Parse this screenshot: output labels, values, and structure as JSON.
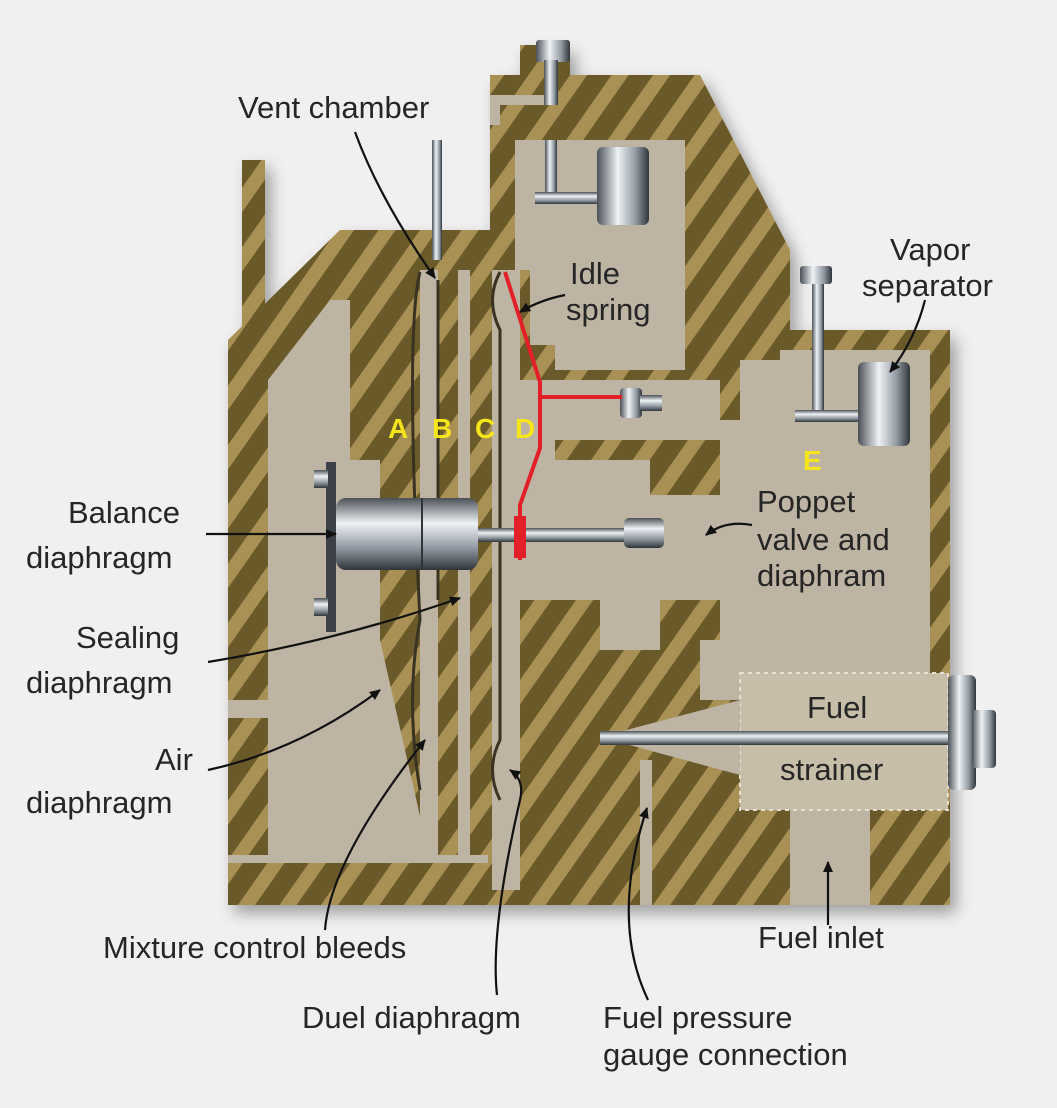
{
  "colors": {
    "background": "#f1f0f0",
    "housing": "#6b5a2a",
    "housing_stripe": "#a99155",
    "chamber": "#bdb4a3",
    "steel_light": "#e9eef2",
    "steel_dark": "#3b4147",
    "idle_spring": "#e32028",
    "letters": "#f6e51a",
    "label_text": "#262626"
  },
  "labels": {
    "vent_chamber": "Vent chamber",
    "idle_spring_1": "Idle",
    "idle_spring_2": "spring",
    "vapor_separator_1": "Vapor",
    "vapor_separator_2": "separator",
    "balance_diaphragm_1": "Balance",
    "balance_diaphragm_2": "diaphragm",
    "poppet_valve_1": "Poppet",
    "poppet_valve_2": "valve and",
    "poppet_valve_3": "diaphram",
    "sealing_diaphragm_1": "Sealing",
    "sealing_diaphragm_2": "diaphragm",
    "air_diaphragm_1": "Air",
    "air_diaphragm_2": "diaphragm",
    "fuel_strainer_1": "Fuel",
    "fuel_strainer_2": "strainer",
    "mixture_control_bleeds": "Mixture control bleeds",
    "fuel_inlet": "Fuel inlet",
    "duel_diaphragm": "Duel diaphragm",
    "fuel_pressure_1": "Fuel pressure",
    "fuel_pressure_2": "gauge connection"
  },
  "chambers": {
    "a": "A",
    "b": "B",
    "c": "C",
    "d": "D",
    "e": "E"
  }
}
